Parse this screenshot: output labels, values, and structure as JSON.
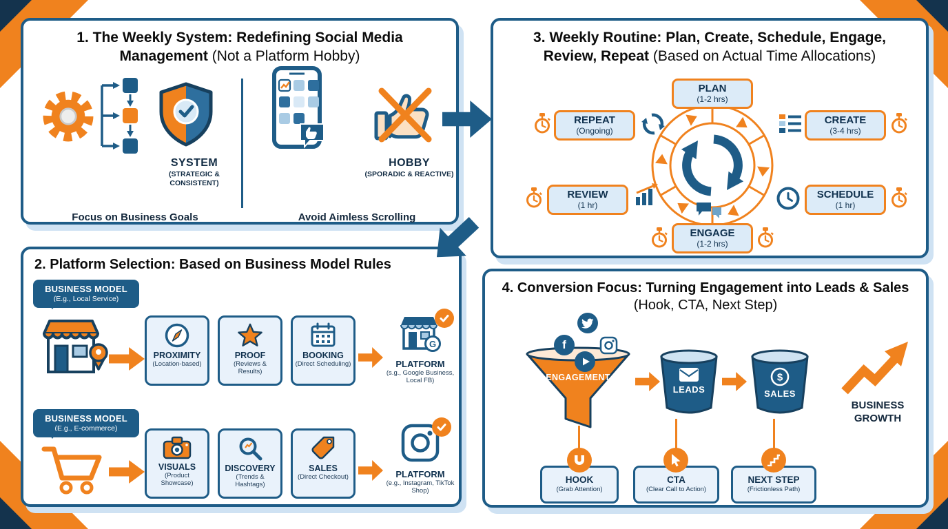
{
  "colors": {
    "brand_blue": "#1e5c87",
    "brand_navy": "#17405e",
    "accent_orange": "#f0821e",
    "light_blue_fill": "#dcebf8",
    "pale_blue_shadow": "#cfe2f3"
  },
  "panel1": {
    "title_bold": "1. The Weekly System: Redefining Social Media Management",
    "title_tail": "(Not a Platform Hobby)",
    "system_label": "SYSTEM",
    "system_sub": "(STRATEGIC & CONSISTENT)",
    "system_caption": "Focus on Business Goals",
    "hobby_label": "HOBBY",
    "hobby_sub": "(SPORADIC & REACTIVE)",
    "hobby_caption": "Avoid Aimless Scrolling"
  },
  "panel2": {
    "title": "2. Platform Selection: Based on Business Model Rules",
    "row1": {
      "badge_title": "BUSINESS MODEL",
      "badge_sub": "(E.g., Local Service)",
      "steps": [
        {
          "label": "PROXIMITY",
          "sub": "(Location-based)"
        },
        {
          "label": "PROOF",
          "sub": "(Reviews & Results)"
        },
        {
          "label": "BOOKING",
          "sub": "(Direct Scheduling)"
        }
      ],
      "platform_label": "PLATFORM",
      "platform_sub": "(s.g., Google Business, Local FB)",
      "platform_badge_letter": "G"
    },
    "row2": {
      "badge_title": "BUSINESS MODEL",
      "badge_sub": "(E.g., E-commerce)",
      "steps": [
        {
          "label": "VISUALS",
          "sub": "(Product Showcase)"
        },
        {
          "label": "DISCOVERY",
          "sub": "(Trends & Hashtags)"
        },
        {
          "label": "SALES",
          "sub": "(Direct Checkout)"
        }
      ],
      "platform_label": "PLATFORM",
      "platform_sub": "(e.g., Instagram, TikTok Shop)"
    }
  },
  "panel3": {
    "title_bold": "3. Weekly Routine: Plan, Create, Schedule, Engage, Review, Repeat",
    "title_tail": "(Based on Actual Time Allocations)",
    "stages": [
      {
        "label": "PLAN",
        "time": "(1-2 hrs)"
      },
      {
        "label": "CREATE",
        "time": "(3-4 hrs)"
      },
      {
        "label": "SCHEDULE",
        "time": "(1 hr)"
      },
      {
        "label": "ENGAGE",
        "time": "(1-2 hrs)"
      },
      {
        "label": "REVIEW",
        "time": "(1 hr)"
      },
      {
        "label": "REPEAT",
        "time": "(Ongoing)"
      }
    ]
  },
  "panel4": {
    "title_bold": "4. Conversion Focus: Turning Engagement into Leads & Sales",
    "title_tail": "(Hook, CTA, Next Step)",
    "funnel_label": "ENGAGEMENT",
    "leads_label": "LEADS",
    "sales_label": "SALES",
    "sales_symbol": "$",
    "facebook_letter": "f",
    "growth_label": "BUSINESS GROWTH",
    "hook_label": "HOOK",
    "hook_sub": "(Grab Attention)",
    "cta_label": "CTA",
    "cta_sub": "(Clear Call to Action)",
    "next_label": "NEXT STEP",
    "next_sub": "(Frictionless Path)"
  }
}
